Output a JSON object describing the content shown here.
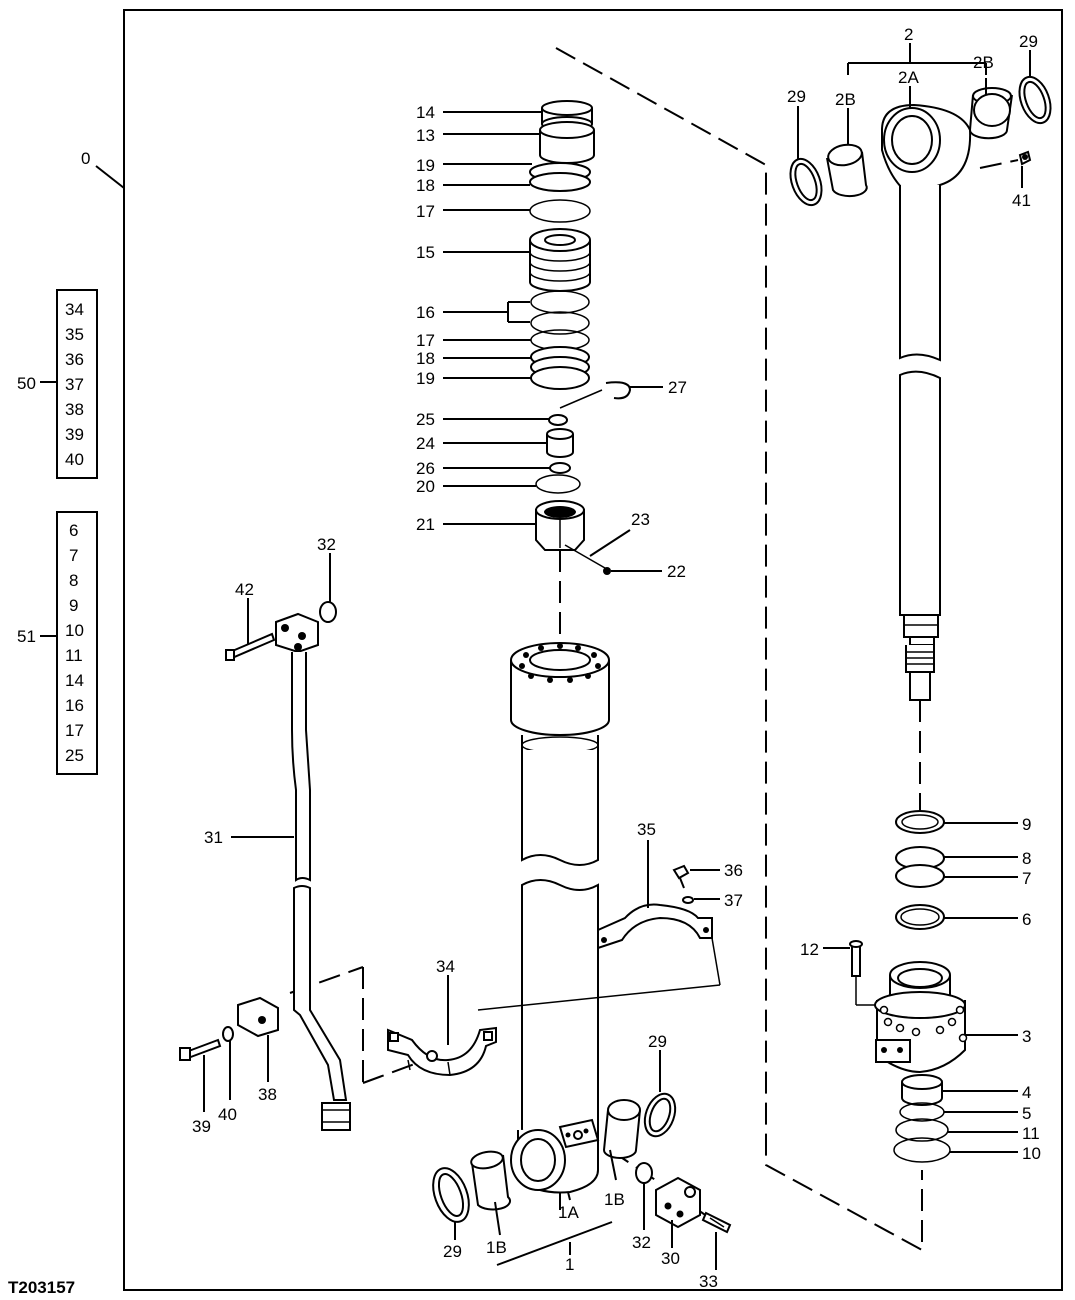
{
  "figure_id": "T203157",
  "frame_label": "0",
  "callouts": {
    "c14": "14",
    "c13": "13",
    "c19a": "19",
    "c18a": "18",
    "c17a": "17",
    "c15": "15",
    "c16": "16",
    "c17b": "17",
    "c18b": "18",
    "c19b": "19",
    "c27": "27",
    "c25": "25",
    "c24": "24",
    "c26": "26",
    "c20": "20",
    "c21": "21",
    "c23": "23",
    "c22": "22",
    "c2": "2",
    "c2A": "2A",
    "c2B_left": "2B",
    "c2B_right": "2B",
    "c29_top_left": "29",
    "c29_top_right": "29",
    "c41": "41",
    "c9": "9",
    "c8": "8",
    "c7": "7",
    "c6": "6",
    "c12": "12",
    "c3": "3",
    "c4": "4",
    "c5": "5",
    "c11": "11",
    "c10": "10",
    "c35": "35",
    "c36": "36",
    "c37": "37",
    "c34": "34",
    "c29_mid": "29",
    "c29_bottom": "29",
    "c1A": "1A",
    "c1B_left": "1B",
    "c1B_right": "1B",
    "c1": "1",
    "c32_bottom": "32",
    "c30": "30",
    "c33": "33",
    "c32_top": "32",
    "c42": "42",
    "c31": "31",
    "c38": "38",
    "c39": "39",
    "c40": "40"
  },
  "kit_50": {
    "label": "50",
    "items": [
      "34",
      "35",
      "36",
      "37",
      "38",
      "39",
      "40"
    ]
  },
  "kit_51": {
    "label": "51",
    "items": [
      "6",
      "7",
      "8",
      "9",
      "10",
      "11",
      "14",
      "16",
      "17",
      "25"
    ]
  }
}
